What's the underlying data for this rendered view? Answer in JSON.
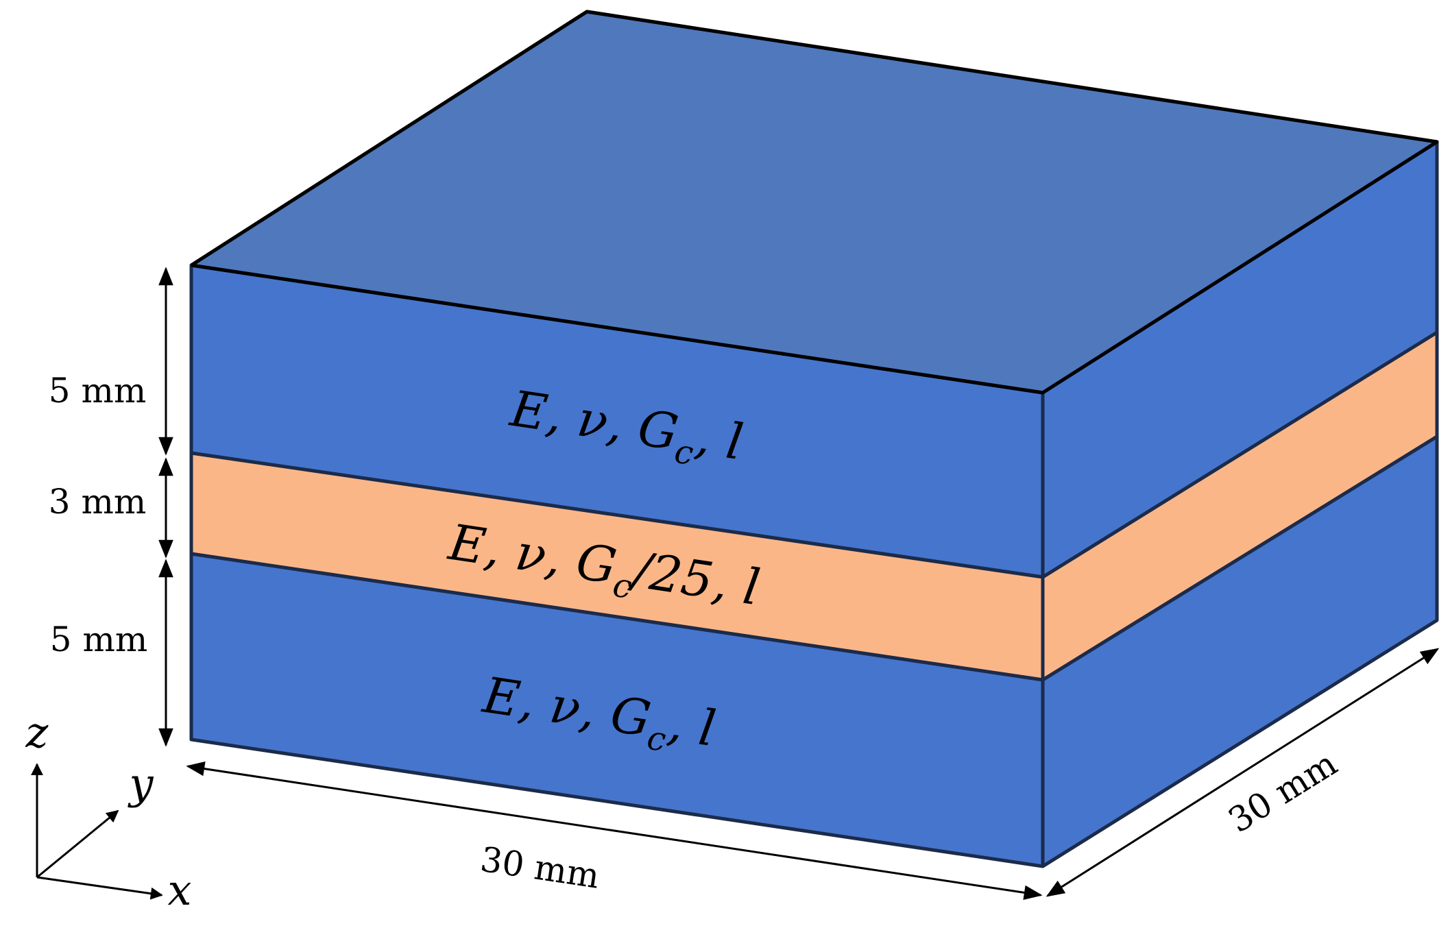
{
  "colors": {
    "blue_front": "#4675CD",
    "blue_top": "#5078BC",
    "orange": "#FBB688",
    "edge": "#1b2b4a"
  },
  "layers": [
    {
      "thickness": "5 mm",
      "label_main": "E, ν, G",
      "label_sub": "c",
      "label_tail": ", l"
    },
    {
      "thickness": "3 mm",
      "label_main": "E, ν, G",
      "label_sub": "c",
      "label_tail": "/25, l"
    },
    {
      "thickness": "5 mm",
      "label_main": "E, ν, G",
      "label_sub": "c",
      "label_tail": ", l"
    }
  ],
  "dims": {
    "width": "30 mm",
    "depth": "30 mm"
  },
  "axes": {
    "z": "z",
    "y": "y",
    "x": "x"
  }
}
